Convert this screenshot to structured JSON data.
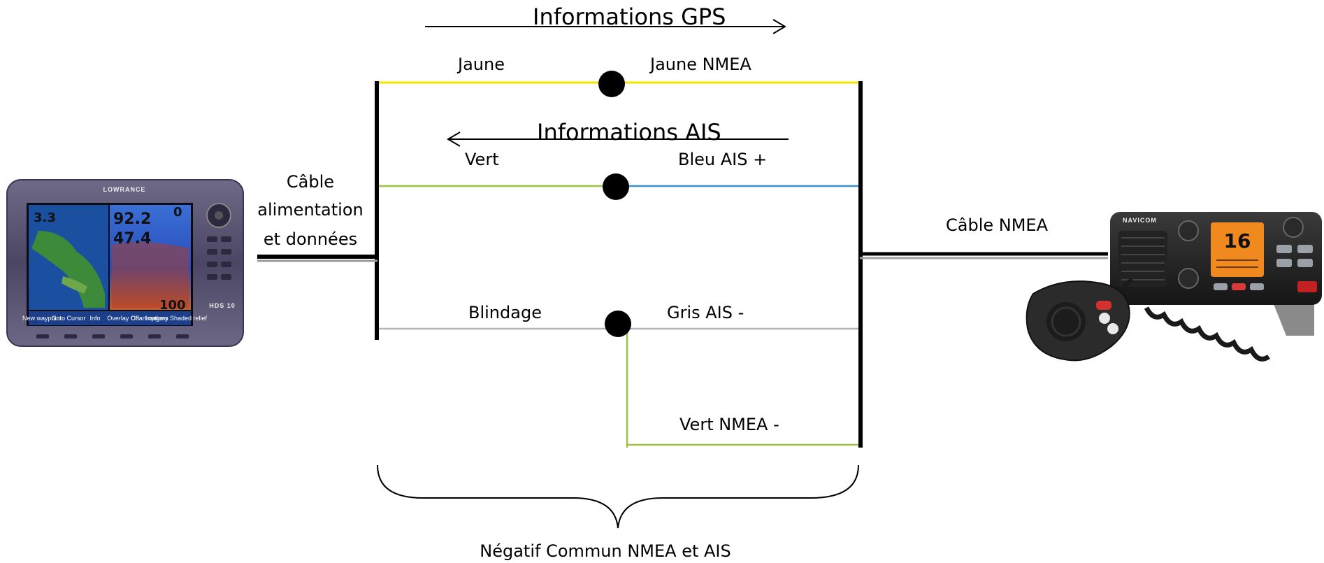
{
  "arrows": {
    "gps": "Informations GPS",
    "ais": "Informations AIS"
  },
  "wires": {
    "left_yellow": "Jaune",
    "right_yellow": "Jaune NMEA",
    "left_green": "Vert",
    "right_blue": "Bleu AIS +",
    "left_shield": "Blindage",
    "right_grey": "Gris AIS -",
    "green_nmea": "Vert NMEA -"
  },
  "cables": {
    "left_line1": "Câble",
    "left_line2": "alimentation",
    "left_line3": "et données",
    "right": "Câble NMEA"
  },
  "brace_label": "Négatif Commun NMEA et AIS",
  "devices": {
    "plotter": {
      "brand": "LOWRANCE",
      "model": "HDS 10",
      "screen_values": [
        "3.3",
        "92.2",
        "47.4",
        "0",
        "100"
      ],
      "softkeys": [
        "New waypoint",
        "Goto Cursor",
        "Info",
        "Overlay Off",
        "Chart options",
        "Imagery Shaded relief"
      ]
    },
    "vhf": {
      "brand": "NAVICOM",
      "channel": "16"
    }
  },
  "colors": {
    "yellow_wire": "#f2e300",
    "green_wire": "#9bc33d",
    "blue_wire": "#3b8fd9",
    "grey_wire": "#b5b5b5",
    "vhf_display": "#f08a1f"
  }
}
